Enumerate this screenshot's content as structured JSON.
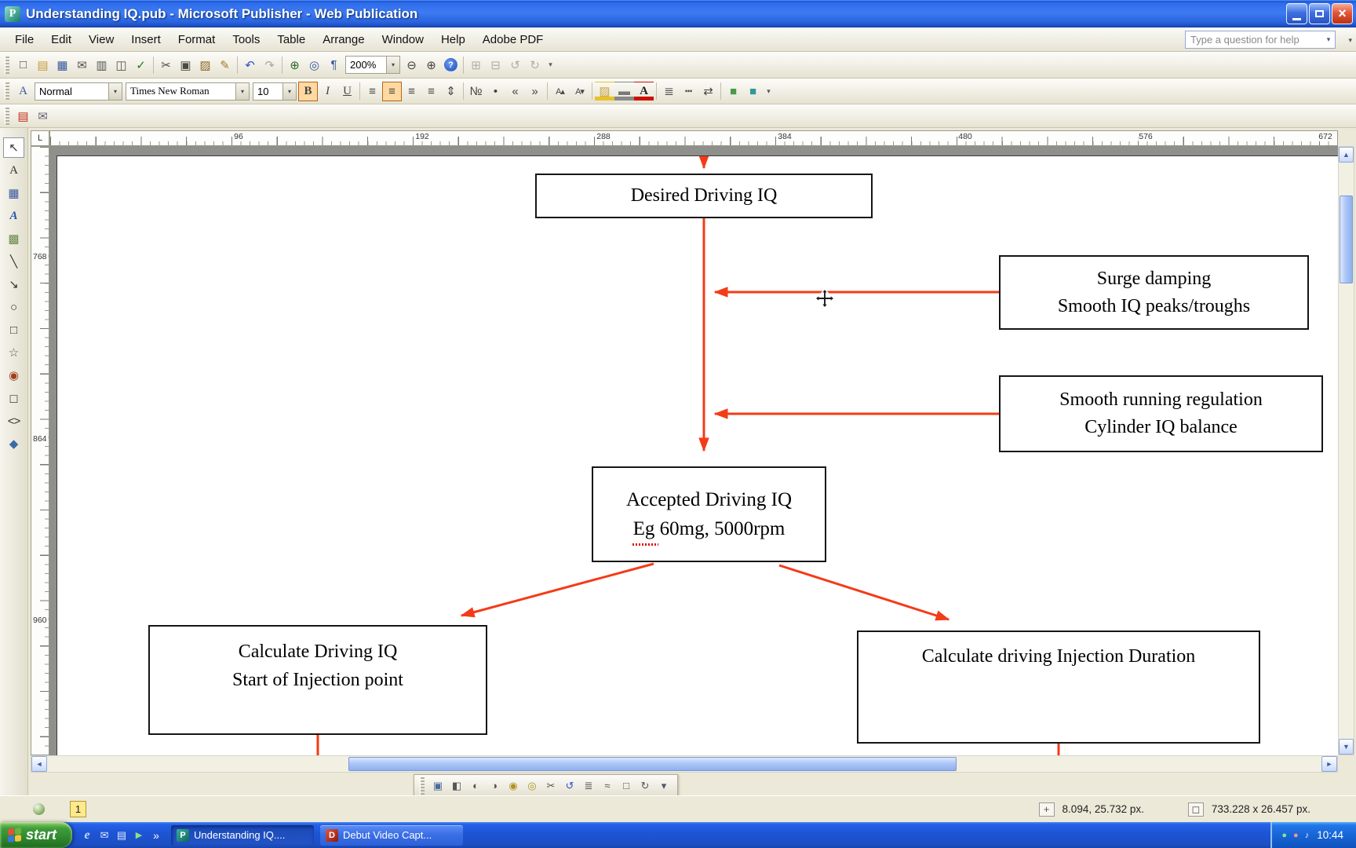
{
  "window": {
    "icon_letter": "P",
    "title": "Understanding IQ.pub - Microsoft Publisher - Web Publication"
  },
  "glyphs": {
    "close": "×",
    "dd": "▾",
    "left": "◄",
    "right": "►",
    "up": "▲",
    "down": "▼"
  },
  "menu": {
    "items": [
      {
        "label": "File"
      },
      {
        "label": "Edit"
      },
      {
        "label": "View"
      },
      {
        "label": "Insert"
      },
      {
        "label": "Format"
      },
      {
        "label": "Tools"
      },
      {
        "label": "Table"
      },
      {
        "label": "Arrange"
      },
      {
        "label": "Window"
      },
      {
        "label": "Help"
      },
      {
        "label": "Adobe PDF"
      }
    ],
    "ask_placeholder": "Type a question for help"
  },
  "standard": {
    "zoom": "200%",
    "icons_a": [
      {
        "name": "new-publication-icon",
        "glyph": "□",
        "style": "color:#4a4a42"
      },
      {
        "name": "open-icon",
        "glyph": "▤",
        "style": "color:#c79c3c"
      },
      {
        "name": "save-icon",
        "glyph": "▦",
        "style": "color:#38589e"
      },
      {
        "name": "email-icon",
        "glyph": "✉",
        "style": "color:#555555"
      },
      {
        "name": "print-icon",
        "glyph": "▥",
        "style": "color:#555555"
      },
      {
        "name": "print-preview-icon",
        "glyph": "◫",
        "style": "color:#555555"
      },
      {
        "name": "spelling-icon",
        "glyph": "✓",
        "style": "color:#1e7a1e"
      },
      {
        "name": "separator",
        "glyph": "",
        "cls": "tsep",
        "inter": "false"
      },
      {
        "name": "cut-icon",
        "glyph": "✂",
        "style": "color:#4a4a42"
      },
      {
        "name": "copy-icon",
        "glyph": "▣",
        "style": "color:#4a4a42"
      },
      {
        "name": "paste-icon",
        "glyph": "▨",
        "style": "color:#8a6a2a"
      },
      {
        "name": "format-painter-icon",
        "glyph": "✎",
        "style": "color:#a2782c"
      },
      {
        "name": "separator",
        "glyph": "",
        "cls": "tsep",
        "inter": "false"
      },
      {
        "name": "undo-icon",
        "glyph": "↶",
        "style": "color:#2d52c8"
      },
      {
        "name": "redo-icon",
        "glyph": "↷",
        "style": "color:#aaa69a"
      },
      {
        "name": "separator",
        "glyph": "",
        "cls": "tsep",
        "inter": "false"
      },
      {
        "name": "insert-hyperlink-icon",
        "glyph": "⊕",
        "style": "color:#2d6b2d"
      },
      {
        "name": "web-page-preview-icon",
        "glyph": "◎",
        "style": "color:#38589e"
      },
      {
        "name": "special-characters-icon",
        "glyph": "¶",
        "style": "color:#38589e"
      }
    ],
    "icons_c": [
      {
        "name": "zoom-out-icon",
        "glyph": "⊖",
        "style": "color:#444444"
      },
      {
        "name": "zoom-in-icon",
        "glyph": "⊕",
        "style": "color:#444444"
      },
      {
        "name": "help-icon",
        "glyph": "?",
        "cls": "tbi help"
      },
      {
        "name": "separator",
        "glyph": "",
        "cls": "tsep",
        "inter": "false"
      },
      {
        "name": "group-icon",
        "glyph": "⊞",
        "cls": "tbi gray"
      },
      {
        "name": "ungroup-icon",
        "glyph": "⊟",
        "cls": "tbi gray"
      },
      {
        "name": "rotate-left-icon",
        "glyph": "↺",
        "cls": "tbi gray"
      },
      {
        "name": "rotate-right-icon",
        "glyph": "↻",
        "cls": "tbi gray"
      },
      {
        "name": "toolbar-options-icon",
        "glyph": "▾",
        "cls": "tbi enddd"
      }
    ]
  },
  "formatting": {
    "style": "Normal",
    "font": "Times New Roman",
    "size": "10",
    "icons_pre": [
      {
        "name": "styles-and-formatting-icon",
        "glyph": "A",
        "cls": "tbi serif",
        "style": "color:#38589e"
      }
    ],
    "icons": [
      {
        "name": "bold-icon",
        "glyph": "B",
        "cls": "tbi serif boldg active"
      },
      {
        "name": "italic-icon",
        "glyph": "I",
        "cls": "tbi serif italg"
      },
      {
        "name": "underline-icon",
        "glyph": "U",
        "cls": "tbi serif underl"
      },
      {
        "name": "separator",
        "glyph": "",
        "cls": "tsep",
        "inter": "false"
      },
      {
        "name": "align-left-icon",
        "glyph": "≡",
        "style": "color:#444444"
      },
      {
        "name": "align-center-icon",
        "glyph": "≡",
        "cls": "tbi active",
        "style": "color:#444444"
      },
      {
        "name": "align-right-icon",
        "glyph": "≡",
        "style": "color:#444444"
      },
      {
        "name": "justify-icon",
        "glyph": "≡",
        "style": "color:#444444"
      },
      {
        "name": "line-spacing-icon",
        "glyph": "⇕",
        "style": "color:#444444"
      },
      {
        "name": "separator",
        "glyph": "",
        "cls": "tsep",
        "inter": "false"
      },
      {
        "name": "numbering-icon",
        "glyph": "№",
        "style": "color:#444444"
      },
      {
        "name": "bullets-icon",
        "glyph": "•",
        "style": "color:#444444"
      },
      {
        "name": "decrease-indent-icon",
        "glyph": "«",
        "style": "color:#444444"
      },
      {
        "name": "increase-indent-icon",
        "glyph": "»",
        "style": "color:#444444"
      },
      {
        "name": "separator",
        "glyph": "",
        "cls": "tsep",
        "inter": "false"
      },
      {
        "name": "increase-font-size-icon",
        "glyph": "A▴",
        "cls": "tbi small2"
      },
      {
        "name": "decrease-font-size-icon",
        "glyph": "A▾",
        "cls": "tbi small2"
      },
      {
        "name": "separator",
        "glyph": "",
        "cls": "tsep",
        "inter": "false"
      },
      {
        "name": "fill-color-icon",
        "glyph": "▨",
        "cls": "tbi fillc"
      },
      {
        "name": "line-color-icon",
        "glyph": "▬",
        "cls": "tbi linec"
      },
      {
        "name": "font-color-icon",
        "glyph": "A",
        "cls": "tbi serif fontc"
      },
      {
        "name": "separator",
        "glyph": "",
        "cls": "tsep",
        "inter": "false"
      },
      {
        "name": "line-border-style-icon",
        "glyph": "≣",
        "style": "color:#444444"
      },
      {
        "name": "dash-style-icon",
        "glyph": "┅",
        "style": "color:#444444"
      },
      {
        "name": "arrow-style-icon",
        "glyph": "⇄",
        "style": "color:#444444"
      },
      {
        "name": "separator",
        "glyph": "",
        "cls": "tsep",
        "inter": "false"
      },
      {
        "name": "shadow-style-icon",
        "glyph": "■",
        "style": "color:#4a9a4a"
      },
      {
        "name": "threed-style-icon",
        "glyph": "■",
        "style": "color:#2f9a9a"
      },
      {
        "name": "toolbar-options-icon",
        "glyph": "▾",
        "cls": "tbi enddd"
      }
    ]
  },
  "extra": {
    "icons": [
      {
        "name": "convert-to-adobe-pdf-icon",
        "glyph": "▤",
        "cls": "tbi pdfa"
      },
      {
        "name": "adobe-pdf-email-icon",
        "glyph": "✉",
        "cls": "tbi pdfb"
      }
    ]
  },
  "ruler": {
    "origin": "L",
    "h_labels": [
      "96",
      "192",
      "288",
      "384",
      "480",
      "576",
      "672"
    ],
    "v_labels": [
      "768",
      "864",
      "960"
    ]
  },
  "objects": {
    "items": [
      {
        "name": "select-objects-tool",
        "glyph": "↖",
        "cls": "obj active"
      },
      {
        "name": "text-box-tool",
        "glyph": "A",
        "cls": "obj serif"
      },
      {
        "name": "insert-table-tool",
        "glyph": "▦",
        "style": "color:#38589e"
      },
      {
        "name": "insert-wordart-tool",
        "glyph": "A",
        "cls": "obj wordart"
      },
      {
        "name": "picture-frame-tool",
        "glyph": "▩",
        "style": "color:#6a8a4a"
      },
      {
        "name": "line-tool",
        "glyph": "╲",
        "style": "color:#333333"
      },
      {
        "name": "arrow-tool",
        "glyph": "↘",
        "style": "color:#333333"
      },
      {
        "name": "oval-tool",
        "glyph": "○",
        "style": "color:#333333"
      },
      {
        "name": "rectangle-tool",
        "glyph": "□",
        "style": "color:#333333"
      },
      {
        "name": "autoshapes-tool",
        "glyph": "☆",
        "style": "color:#555555"
      },
      {
        "name": "hot-spot-tool",
        "glyph": "◉",
        "style": "color:#a04020"
      },
      {
        "name": "form-control-tool",
        "glyph": "◻",
        "style": "color:#555555"
      },
      {
        "name": "html-fragment-tool",
        "glyph": "<>",
        "cls": "obj small2"
      },
      {
        "name": "design-gallery-tool",
        "glyph": "◆",
        "style": "color:#3a6aaa"
      }
    ]
  },
  "diagram": {
    "arrow_color": "#f43b18",
    "box_desired": {
      "line1": "Desired Driving IQ"
    },
    "box_surge": {
      "line1": "Surge damping",
      "line2": "Smooth IQ peaks/troughs"
    },
    "box_smooth": {
      "line1": "Smooth running regulation",
      "line2": "Cylinder IQ balance"
    },
    "box_accepted": {
      "line1": "Accepted Driving IQ",
      "line2": "Eg 60mg, 5000rpm"
    },
    "box_calc_iq": {
      "line1": "Calculate Driving IQ",
      "line2": "Start of Injection point"
    },
    "box_calc_dur": {
      "line1": "Calculate driving Injection Duration"
    }
  },
  "picture": {
    "icons": [
      {
        "name": "insert-picture-icon",
        "glyph": "▣",
        "style": "color:#4a6a9a"
      },
      {
        "name": "color-icon",
        "glyph": "◧",
        "style": "color:#555555"
      },
      {
        "name": "more-contrast-icon",
        "glyph": "◐",
        "style": "color:#555555"
      },
      {
        "name": "less-contrast-icon",
        "glyph": "◑",
        "style": "color:#555555"
      },
      {
        "name": "more-brightness-icon",
        "glyph": "◉",
        "style": "color:#b09020"
      },
      {
        "name": "less-brightness-icon",
        "glyph": "◎",
        "style": "color:#b09020"
      },
      {
        "name": "crop-icon",
        "glyph": "✂",
        "style": "color:#555555"
      },
      {
        "name": "rotate-left-icon",
        "glyph": "↺",
        "style": "color:#2d52c8"
      },
      {
        "name": "line-style-icon",
        "glyph": "≣",
        "style": "color:#555555"
      },
      {
        "name": "text-wrapping-icon",
        "glyph": "≈",
        "style": "color:#555555"
      },
      {
        "name": "format-picture-icon",
        "glyph": "□",
        "style": "color:#555555"
      },
      {
        "name": "reset-picture-icon",
        "glyph": "↻",
        "style": "color:#555555"
      },
      {
        "name": "toolbar-options-icon",
        "glyph": "▾",
        "cls": "tbi enddd"
      }
    ]
  },
  "status": {
    "page": "1",
    "pos_glyph": "+",
    "position": "8.094, 25.732 px.",
    "size_glyph": "◻",
    "size": "733.228 x 26.457 px."
  },
  "taskbar": {
    "start": "start",
    "quick": [
      {
        "name": "internet-explorer-icon",
        "glyph": "e",
        "cls": "ql ie"
      },
      {
        "name": "outlook-express-icon",
        "glyph": "✉",
        "cls": "ql"
      },
      {
        "name": "show-desktop-icon",
        "glyph": "▤",
        "cls": "ql"
      },
      {
        "name": "media-player-icon",
        "glyph": "▶",
        "cls": "ql mp"
      },
      {
        "name": "quick-launch-overflow-icon",
        "glyph": "»",
        "cls": "ql more"
      }
    ],
    "tasks": [
      {
        "name": "task-understanding-iq",
        "label": "Understanding IQ....",
        "icon": "P",
        "cls": "task active",
        "icls": "ticon pub"
      },
      {
        "name": "task-debut-video-capture",
        "label": "Debut Video Capt...",
        "icon": "D",
        "cls": "task",
        "icls": "ticon debut"
      }
    ],
    "tray": [
      {
        "name": "tray-antivirus-icon",
        "glyph": "●",
        "cls": "tri g"
      },
      {
        "name": "tray-recorder-icon",
        "glyph": "●",
        "cls": "tri r"
      },
      {
        "name": "tray-volume-icon",
        "glyph": "♪",
        "cls": "tri"
      }
    ],
    "time": "10:44"
  }
}
